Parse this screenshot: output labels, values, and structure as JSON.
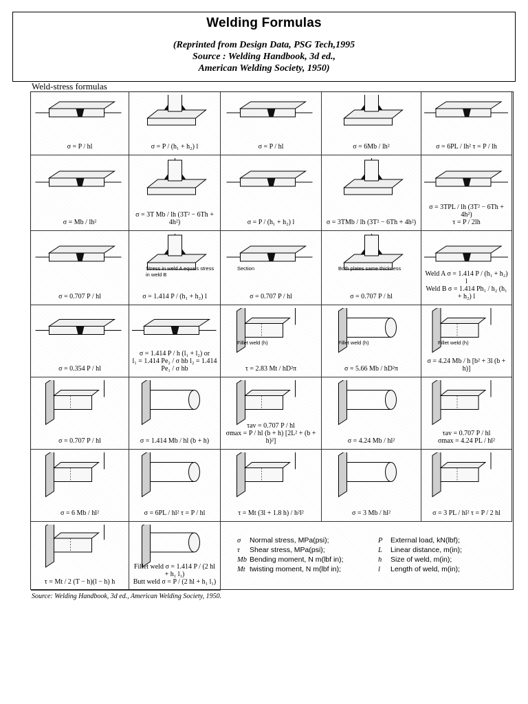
{
  "header": {
    "title": "Welding Formulas",
    "line1": "(Reprinted from Design Data, PSG Tech,1995",
    "line2": "Source : Welding Handbook, 3d ed.,",
    "line3": "American Welding Society, 1950)"
  },
  "section_title": "Weld-stress formulas",
  "cells": [
    {
      "formula": "σ = P / hl"
    },
    {
      "formula": "σ = P / (h₁ + h₂) l"
    },
    {
      "formula": "σ = P / hl"
    },
    {
      "formula": "σ = 6Mb / lh²"
    },
    {
      "formula": "σ = 6PL / lh²     τ = P / lh"
    },
    {
      "formula": "σ = Mb / lh²"
    },
    {
      "formula": "σ = 3T Mb / lh (3T² − 6Th + 4h²)"
    },
    {
      "formula": "σ = P / (h₁ + h₂) l"
    },
    {
      "formula": "σ = 3TMb / lh (3T² − 6Th + 4h²)"
    },
    {
      "formula": "σ = 3TPL / lh (3T² − 6Th + 4h²)\nτ = P / 2lh"
    },
    {
      "formula": "σ = 0.707 P / hl"
    },
    {
      "formula": "σ = 1.414 P / (h₁ + h₂) l",
      "note": "Stress in weld A equals stress in weld B"
    },
    {
      "formula": "σ = 0.707 P / hl",
      "note": "Section"
    },
    {
      "formula": "σ = 0.707 P / hl",
      "note": "Both plates same thickness"
    },
    {
      "formula": "Weld A  σ = 1.414 P / (h₁ + h₂) l\nWeld B  σ = 1.414 Ph₁ / h₂ (h₁ + h₂) l"
    },
    {
      "formula": "σ = 0.354 P / hl"
    },
    {
      "formula": "σ = 1.414 P / h (l₁ + l₂)  or\nl₁ = 1.414 Pe₂ / σ hb    l₂ = 1.414 Pe₁ / σ hb"
    },
    {
      "formula": "τ = 2.83 Mt / hD²π",
      "note": "Fillet weld (h)"
    },
    {
      "formula": "σ = 5.66 Mb / hD²π",
      "note": "Fillet weld (h)"
    },
    {
      "formula": "σ = 4.24 Mb / h [b² + 3l (b + h)]",
      "note": "Fillet weld (h)"
    },
    {
      "formula": "σ = 0.707 P / hl"
    },
    {
      "formula": "σ = 1.414 Mb / hl (b + h)"
    },
    {
      "formula": "τav = 0.707 P / hl\nσmax = P / hl (b + h) [2L² + (b + h)²]"
    },
    {
      "formula": "σ = 4.24 Mb / hl²"
    },
    {
      "formula": "τav = 0.707 P / hl\nσmax = 4.24 PL / hl²"
    },
    {
      "formula": "σ = 6 Mb / hl²"
    },
    {
      "formula": "σ = 6PL / hl²     τ = P / hl"
    },
    {
      "formula": "τ = Mt (3l + 1.8 h) / h²l²"
    },
    {
      "formula": "σ = 3 Mb / hl²"
    },
    {
      "formula": "σ = 3 PL / hl²     τ = P / 2 hl"
    },
    {
      "formula": "τ = Mt / 2 (T − h)(l − h) h"
    },
    {
      "formula": "Fillet weld   σ = 1.414 P / (2 hl + h₁ l₁)\nButt weld   σ = P / (2 hl + h₁ l₁)"
    }
  ],
  "legend": [
    {
      "sym": "σ",
      "text": "Normal stress, MPa(psi);"
    },
    {
      "sym": "τ",
      "text": "Shear stress, MPa(psi);"
    },
    {
      "sym": "Mb",
      "text": "Bending moment, N  m(lbf in);"
    },
    {
      "sym": "Mt",
      "text": "twisting moment, N  m(lbf in);"
    },
    {
      "sym": "P",
      "text": "External load, kN(lbf);"
    },
    {
      "sym": "L",
      "text": "Linear distance, m(in);"
    },
    {
      "sym": "h",
      "text": "Size of weld, m(in);"
    },
    {
      "sym": "l",
      "text": "Length of weld, m(in);"
    }
  ],
  "source": "Source: Welding Handbook, 3d ed., American Welding Society, 1950."
}
